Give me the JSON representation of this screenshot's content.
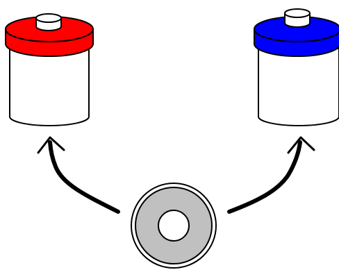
{
  "diagram": {
    "background": "#ffffff",
    "stroke_color": "#000000",
    "containers": [
      {
        "id": "left",
        "lid_color": "#ff0000",
        "body_color": "#ffffff"
      },
      {
        "id": "right",
        "lid_color": "#0000ff",
        "body_color": "#ffffff"
      }
    ],
    "arrows": [
      {
        "from": "disc",
        "to": "left-container",
        "color": "#000000"
      },
      {
        "from": "disc",
        "to": "right-container",
        "color": "#000000"
      }
    ],
    "disc": {
      "ring_color": "#c0c0c0",
      "rim_color": "#ffffff",
      "hole_color": "#ffffff"
    }
  }
}
